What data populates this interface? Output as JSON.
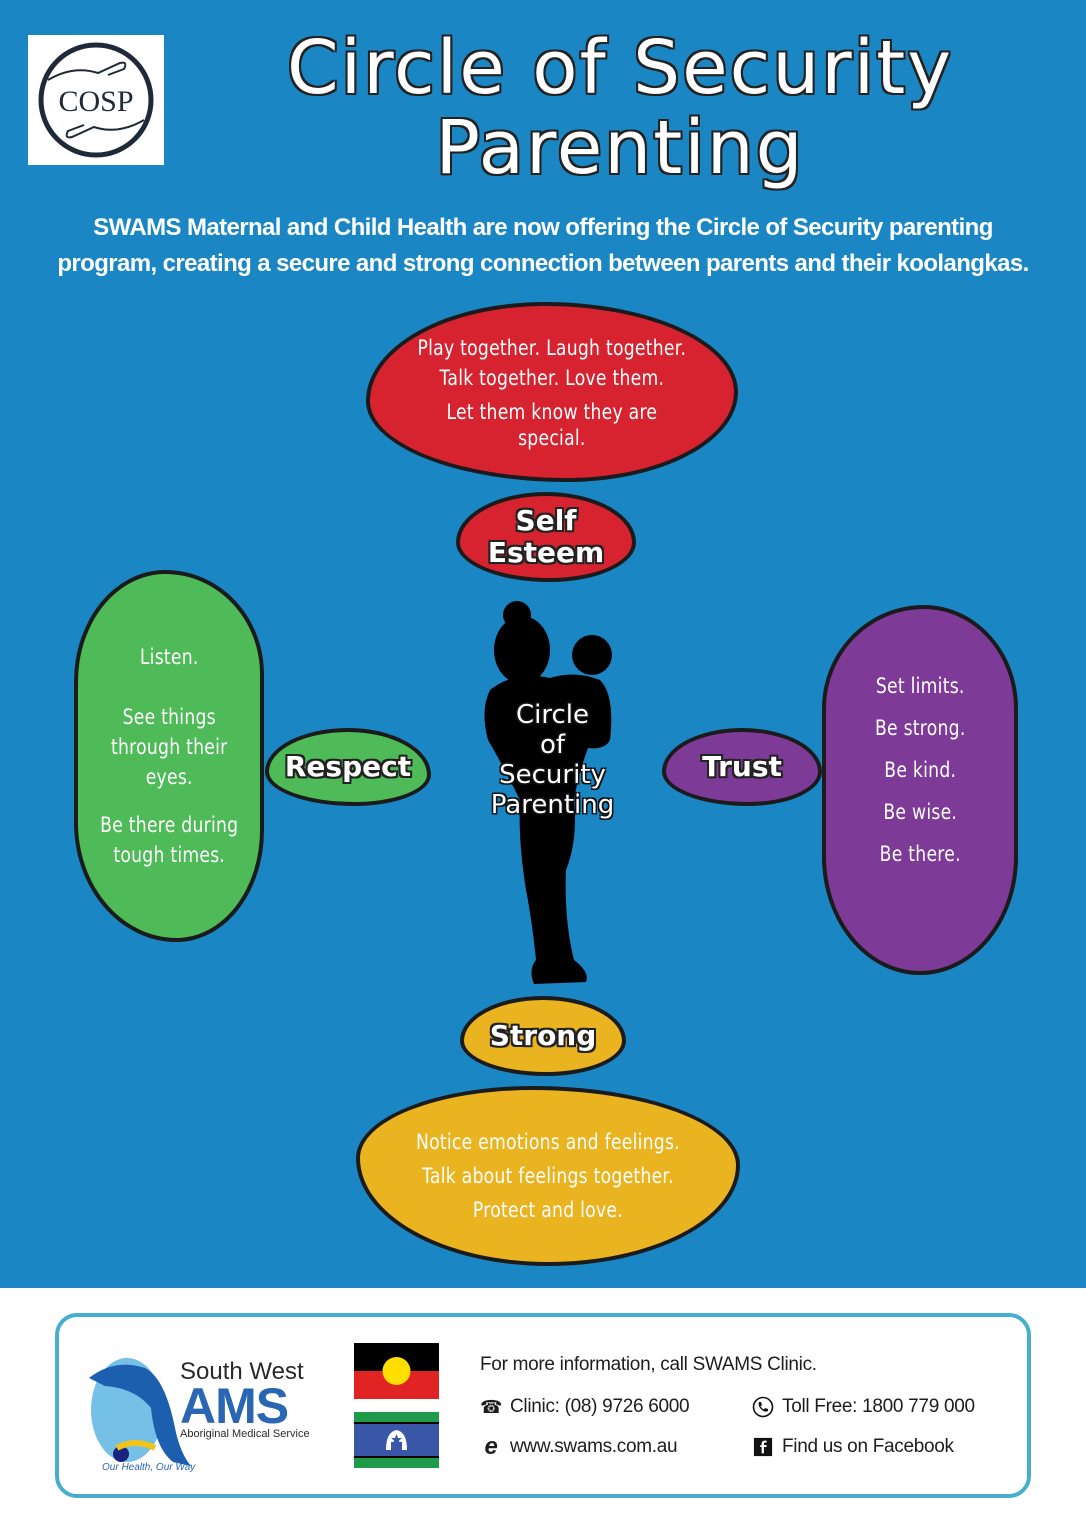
{
  "header": {
    "logo_text": "COSP",
    "title_line1": "Circle of Security",
    "title_line2": "Parenting",
    "intro_line1": "SWAMS Maternal and Child Health are now offering the Circle of Security parenting",
    "intro_line2": "program, creating a secure and strong connection between parents and their koolangkas."
  },
  "center": {
    "line1": "Circle",
    "line2": "of",
    "line3": "Security",
    "line4": "Parenting"
  },
  "segments": {
    "self_esteem": {
      "label_line1": "Self",
      "label_line2": "Esteem",
      "color": "#d72330",
      "text": [
        "Play together. Laugh together.",
        "Talk together. Love them.",
        "Let them know they are",
        "special."
      ]
    },
    "respect": {
      "label": "Respect",
      "color": "#4fba58",
      "text": [
        "Listen.",
        "See things",
        "through their",
        "eyes.",
        "Be there during",
        "tough times."
      ]
    },
    "trust": {
      "label": "Trust",
      "color": "#7e3a97",
      "text": [
        "Set limits.",
        "Be strong.",
        "Be kind.",
        "Be wise.",
        "Be there."
      ]
    },
    "strong": {
      "label": "Strong",
      "color": "#eab320",
      "text": [
        "Notice emotions and feelings.",
        "Talk about feelings together.",
        "Protect and love."
      ]
    }
  },
  "footer": {
    "org_line1": "South West",
    "org_line2": "AMS",
    "org_line3": "Aboriginal Medical Service",
    "tagline": "Our Health, Our Way",
    "info_heading": "For more information, call SWAMS Clinic.",
    "clinic": "Clinic: (08) 9726 6000",
    "toll_free": "Toll Free: 1800 779 000",
    "website": "www.swams.com.au",
    "facebook": "Find us on Facebook"
  },
  "colors": {
    "background": "#1a86c4",
    "footer_border": "#46aecf",
    "ams_blue": "#2a66b3"
  }
}
